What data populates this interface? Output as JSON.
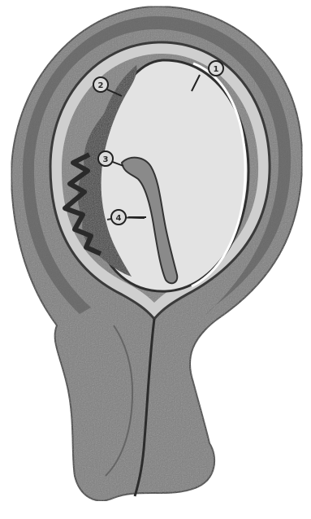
{
  "figure": {
    "markers": [
      {
        "label": "1"
      },
      {
        "label": "2"
      },
      {
        "label": "3"
      },
      {
        "label": "4"
      }
    ],
    "colors": {
      "background": "#ffffff",
      "uterine_wall": "#7d7d7d",
      "wall_dark": "#3e3e3e",
      "membrane_light": "#cfcfcf",
      "cavity": "#e3e3e3",
      "placenta": "#4a4a4a",
      "embryo": "#8a8a8a"
    }
  }
}
